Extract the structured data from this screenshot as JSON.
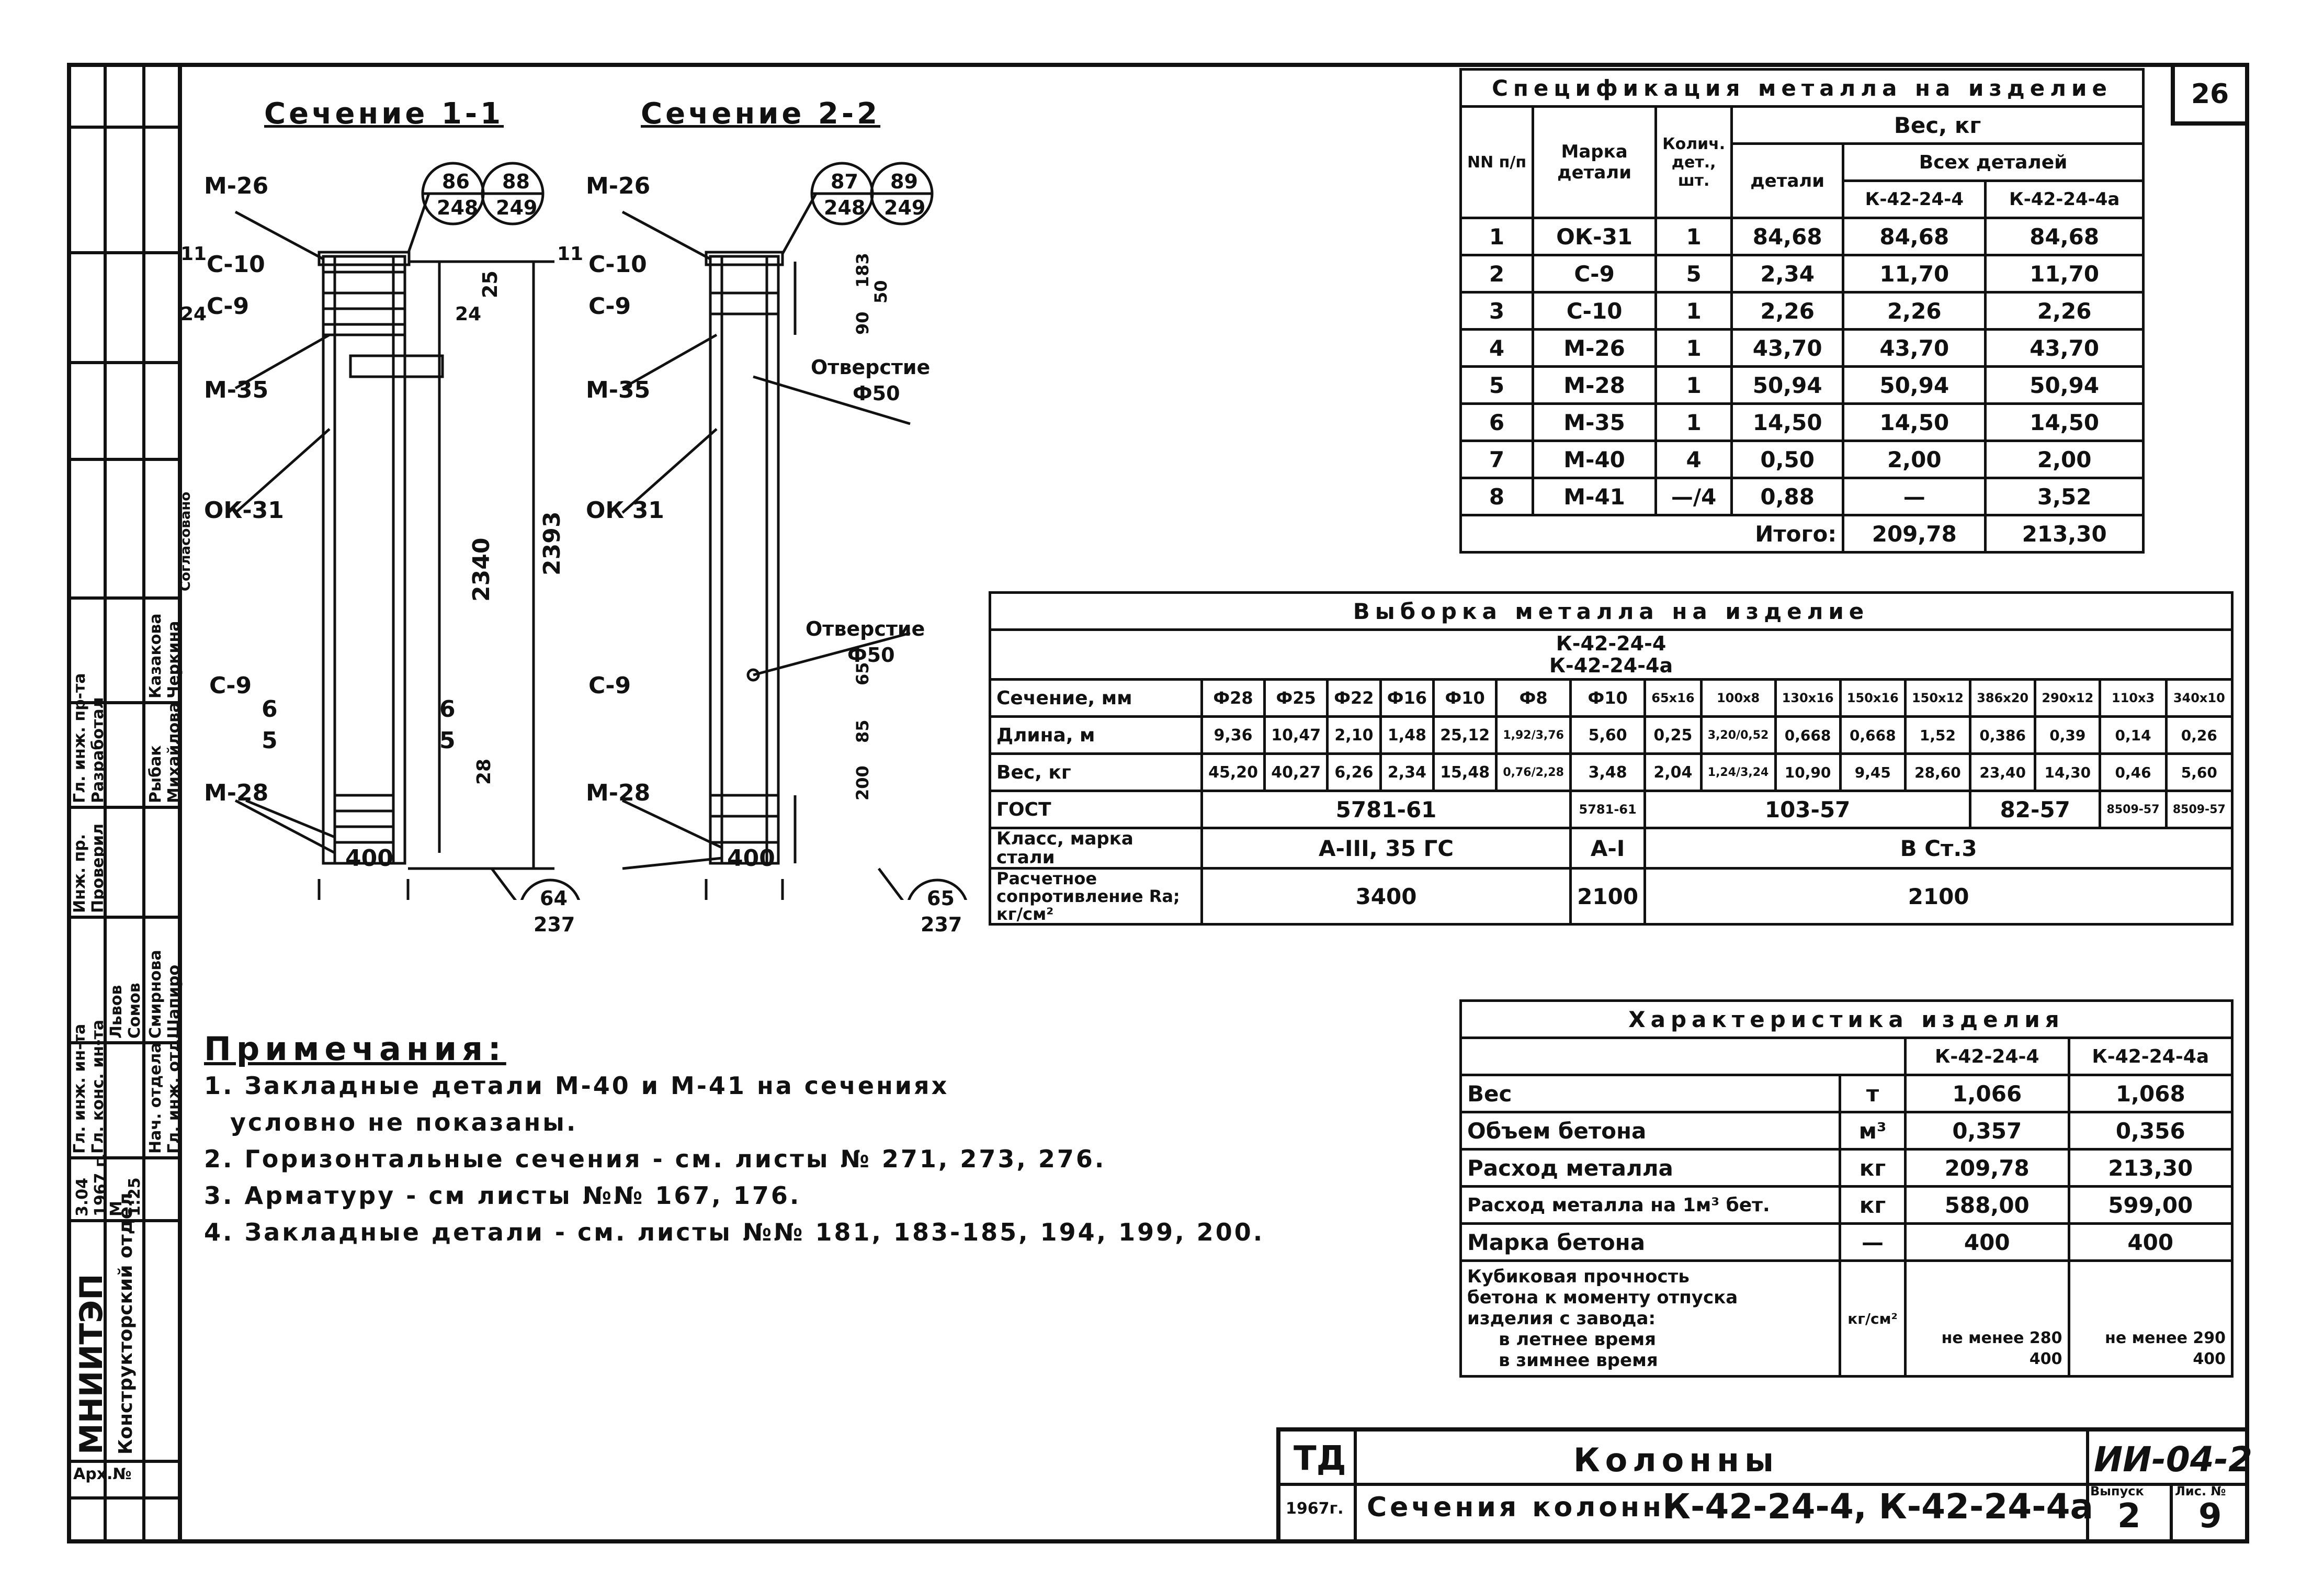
{
  "page_number": "26",
  "sections": {
    "s1": {
      "title": "Сечение 1-1",
      "labels": {
        "m26": "М-26",
        "c10": "С-10",
        "c9": "С-9",
        "m35": "М-35",
        "ok31": "ОК-31",
        "c9b": "С-9",
        "m28": "М-28",
        "d11": "11",
        "d24a": "24",
        "d25": "25",
        "d24b": "24",
        "d2340": "2340",
        "d2393": "2393",
        "d28": "28",
        "d11b": "11",
        "n6": "6",
        "n5": "5",
        "n6b": "6",
        "n5b": "5",
        "w400": "400"
      },
      "circles": [
        {
          "top": "86",
          "bottom": "248"
        },
        {
          "top": "88",
          "bottom": "249"
        },
        {
          "top": "64",
          "bottom": "237"
        }
      ]
    },
    "s2": {
      "title": "Сечение 2-2",
      "labels": {
        "m26": "М-26",
        "c10": "С-10",
        "c9": "С-9",
        "m35": "М-35",
        "ok31": "ОК 31",
        "c9b": "С-9",
        "m28": "М-28",
        "hole1": "Отверстие",
        "hole1d": "Ф50",
        "hole2": "Отверстие",
        "hole2d": "Ф50",
        "d183": "183",
        "d50": "50",
        "d90": "90",
        "d65": "65",
        "d85": "85",
        "d200": "200",
        "w400": "400"
      },
      "circles": [
        {
          "top": "87",
          "bottom": "248"
        },
        {
          "top": "89",
          "bottom": "249"
        },
        {
          "top": "65",
          "bottom": "237"
        }
      ]
    }
  },
  "spec": {
    "title": "Спецификация металла на изделие",
    "h_num": "NN п/п",
    "h_mark": "Марка детали",
    "h_qty": "Колич. дет., шт.",
    "h_weight": "Вес, кг",
    "h_part": "детали",
    "h_all": "Всех деталей",
    "h_k1": "К-42-24-4",
    "h_k2": "К-42-24-4а",
    "rows": [
      {
        "n": "1",
        "mark": "ОК-31",
        "qty": "1",
        "w": "84,68",
        "a": "84,68",
        "b": "84,68"
      },
      {
        "n": "2",
        "mark": "С-9",
        "qty": "5",
        "w": "2,34",
        "a": "11,70",
        "b": "11,70"
      },
      {
        "n": "3",
        "mark": "С-10",
        "qty": "1",
        "w": "2,26",
        "a": "2,26",
        "b": "2,26"
      },
      {
        "n": "4",
        "mark": "М-26",
        "qty": "1",
        "w": "43,70",
        "a": "43,70",
        "b": "43,70"
      },
      {
        "n": "5",
        "mark": "М-28",
        "qty": "1",
        "w": "50,94",
        "a": "50,94",
        "b": "50,94"
      },
      {
        "n": "6",
        "mark": "М-35",
        "qty": "1",
        "w": "14,50",
        "a": "14,50",
        "b": "14,50"
      },
      {
        "n": "7",
        "mark": "М-40",
        "qty": "4",
        "w": "0,50",
        "a": "2,00",
        "b": "2,00"
      },
      {
        "n": "8",
        "mark": "М-41",
        "qty": "—/4",
        "w": "0,88",
        "a": "—",
        "b": "3,52"
      }
    ],
    "total_label": "Итого:",
    "total_a": "209,78",
    "total_b": "213,30"
  },
  "sel": {
    "title": "Выборка металла на изделие",
    "k1": "К-42-24-4",
    "k2": "К-42-24-4а",
    "r_section": "Сечение, мм",
    "r_length": "Длина, м",
    "r_weight": "Вес, кг",
    "r_gost": "ГОСТ",
    "r_class": "Класс, марка стали",
    "r_resist": "Расчетное сопротивление Rа; кг/см²",
    "cols": [
      "Ф28",
      "Ф25",
      "Ф22",
      "Ф16",
      "Ф10",
      "Ф8",
      "Ф10",
      "65х16",
      "100х8",
      "130х16",
      "150х16",
      "150х12",
      "386х20",
      "290х12",
      "110х3",
      "340х10"
    ],
    "lengths": [
      "9,36",
      "10,47",
      "2,10",
      "1,48",
      "25,12",
      "1,92/3,76",
      "5,60",
      "0,25",
      "3,20/0,52",
      "0,668",
      "0,668",
      "1,52",
      "0,386",
      "0,39",
      "0,14",
      "0,26"
    ],
    "weights": [
      "45,20",
      "40,27",
      "6,26",
      "2,34",
      "15,48",
      "0,76/2,28",
      "3,48",
      "2,04",
      "1,24/3,24",
      "10,90",
      "9,45",
      "28,60",
      "23,40",
      "14,30",
      "0,46",
      "5,60"
    ],
    "gost1": "5781-61",
    "gost2": "5781-61",
    "gost3": "103-57",
    "gost4": "82-57",
    "gost5": "8509-57",
    "gost6": "8509-57",
    "class1": "А-III, 35 ГС",
    "class2": "А-I",
    "class3": "В Ст.3",
    "res1": "3400",
    "res2": "2100",
    "res3": "2100"
  },
  "char": {
    "title": "Характеристика изделия",
    "k1": "К-42-24-4",
    "k2": "К-42-24-4а",
    "rows": [
      {
        "label": "Вес",
        "unit": "т",
        "a": "1,066",
        "b": "1,068"
      },
      {
        "label": "Объем бетона",
        "unit": "м³",
        "a": "0,357",
        "b": "0,356"
      },
      {
        "label": "Расход металла",
        "unit": "кг",
        "a": "209,78",
        "b": "213,30"
      },
      {
        "label": "Расход металла на 1м³ бет.",
        "unit": "кг",
        "a": "588,00",
        "b": "599,00"
      },
      {
        "label": "Марка бетона",
        "unit": "—",
        "a": "400",
        "b": "400"
      }
    ],
    "cube_l1": "Кубиковая прочность",
    "cube_l2": "бетона к моменту отпуска",
    "cube_l3": "изделия с завода:",
    "cube_l4": "в летнее время",
    "cube_l5": "в зимнее время",
    "cube_unit": "кг/см²",
    "cube_a1": "не менее 280",
    "cube_a2": "400",
    "cube_b1": "не менее 290",
    "cube_b2": "400"
  },
  "notes": {
    "heading": "Примечания:",
    "n1": "1. Закладные детали М-40 и М-41 на сечениях",
    "n1b": "условно не показаны.",
    "n2": "2. Горизонтальные сечения - см. листы № 271, 273, 276.",
    "n3": "3. Арматуру - см листы №№ 167, 176.",
    "n4": "4. Закладные детали - см. листы №№ 181, 183-185, 194, 199, 200."
  },
  "stamp": {
    "td": "ТД",
    "year": "1967г.",
    "title": "Колонны",
    "subtitle": "Сечения колонн",
    "codes": "К-42-24-4, К-42-24-4а",
    "series": "ИИ-04-2",
    "issue_label": "Выпуск",
    "issue": "2",
    "sheet_label": "Лис. №",
    "sheet": "9"
  },
  "strip": {
    "org": "МНИИТЭП",
    "dept": "Конструкторский отдел",
    "arch": "Арх.№",
    "agreed": "Согласовано",
    "names": [
      "Казакова",
      "Рыбак",
      "Черкина",
      "Михайлова"
    ],
    "roles": [
      "Гл. инж. пр-та",
      "Инж. пр.",
      "Разработал",
      "Проверил"
    ],
    "people": [
      "Львов",
      "Сомов",
      "Смирнова",
      "Шапиро"
    ],
    "roles2": [
      "Гл. инж. ин-та",
      "Гл. конс. ин-та",
      "Нач. отдела",
      "Гл. инж. отд."
    ],
    "date1": "3.04",
    "date2": "1967 г.",
    "scale_l": "М",
    "scale": "1:25"
  }
}
